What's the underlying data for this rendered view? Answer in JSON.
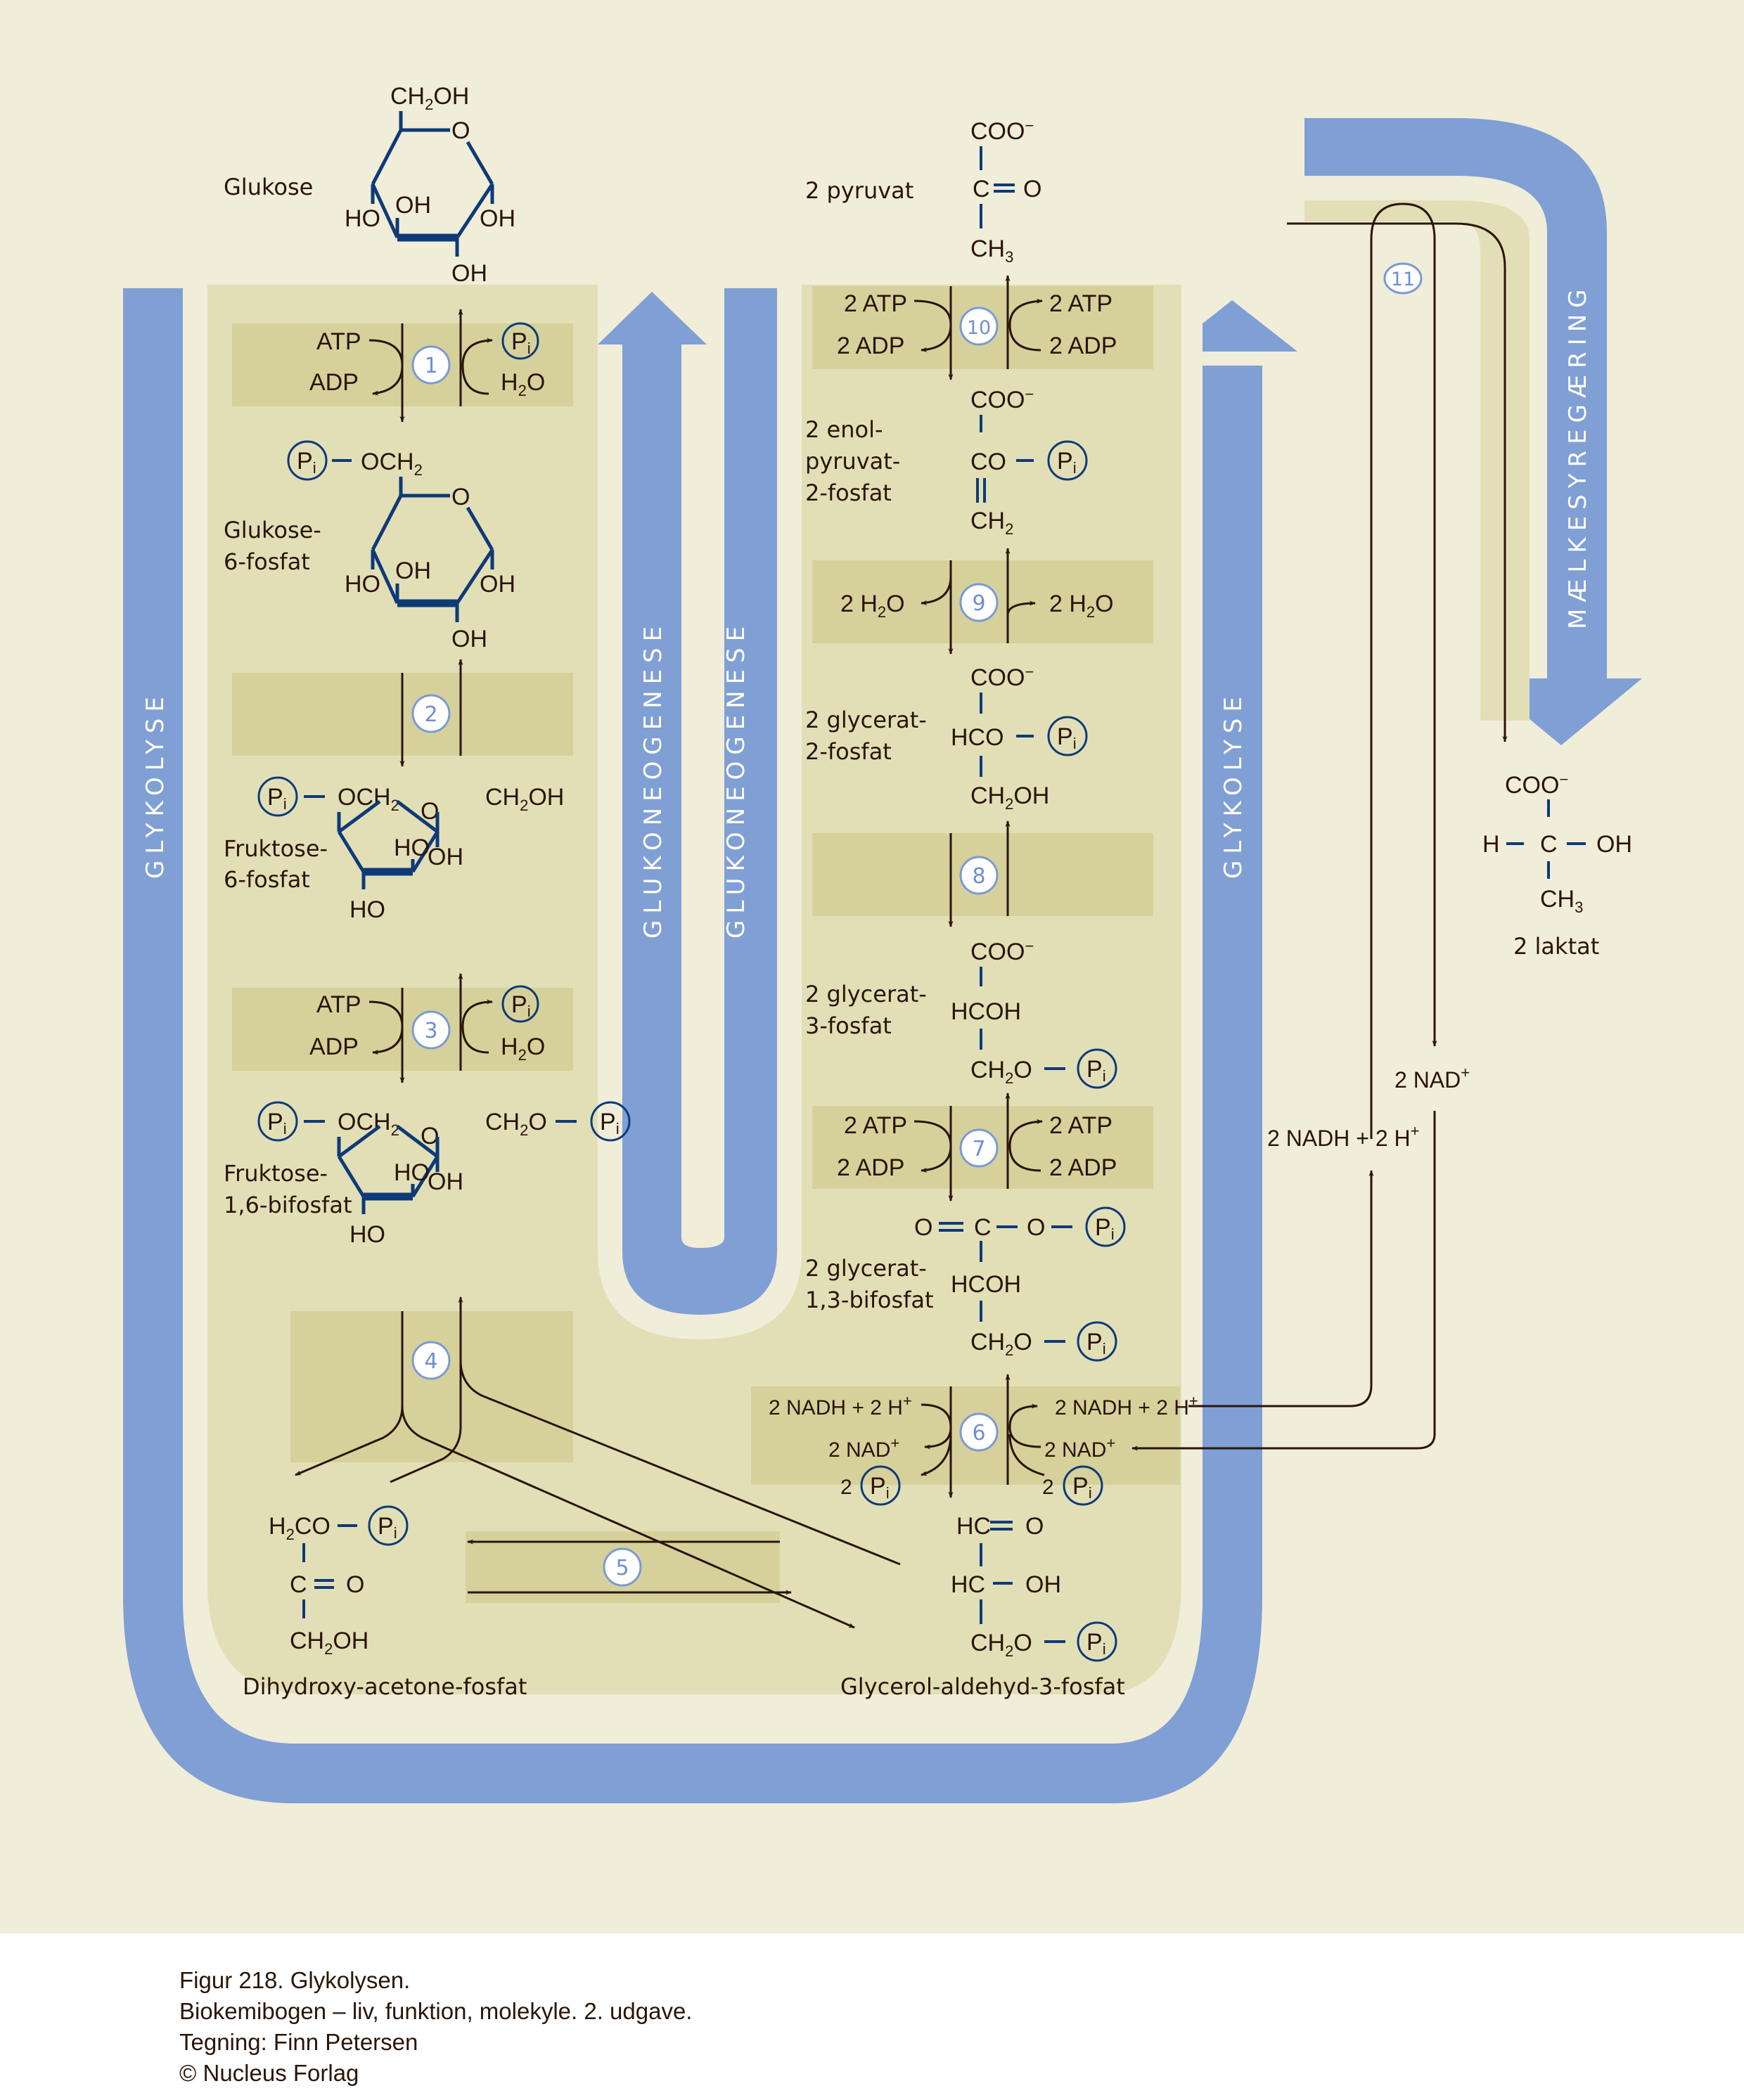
{
  "figure": {
    "pathways": {
      "glykolyse_left": "GLYKOLYSE",
      "glykolyse_right": "GLYKOLYSE",
      "glukoneogenese_left": "GLUKONEOGENESE",
      "glukoneogenese_right": "GLUKONEOGENESE",
      "maelkesyregaering": "MÆLKESYREGÆRING"
    },
    "molecules": {
      "glukose": {
        "name": "Glukose",
        "groups": [
          "CH2OH",
          "O",
          "HO",
          "OH",
          "OH",
          "OH"
        ]
      },
      "glukose_6_fosfat": {
        "name_line1": "Glukose-",
        "name_line2": "6-fosfat",
        "groups": [
          "Pi",
          "OCH2",
          "O",
          "HO",
          "OH",
          "OH",
          "OH"
        ]
      },
      "fruktose_6_fosfat": {
        "name_line1": "Fruktose-",
        "name_line2": "6-fosfat",
        "groups": [
          "Pi",
          "OCH2",
          "O",
          "CH2OH",
          "HO",
          "OH",
          "HO"
        ]
      },
      "fruktose_1_6_bifosfat": {
        "name_line1": "Fruktose-",
        "name_line2": "1,6-bifosfat",
        "groups": [
          "Pi",
          "OCH2",
          "O",
          "CH2O",
          "Pi",
          "HO",
          "OH",
          "HO"
        ]
      },
      "dihydroxyacetonefosfat": {
        "name": "Dihydroxy-acetone-fosfat",
        "groups": [
          "H2CO",
          "Pi",
          "C",
          "O",
          "CH2OH"
        ]
      },
      "glycerolaldehyd_3_fosfat": {
        "name": "Glycerol-aldehyd-3-fosfat",
        "groups": [
          "HC",
          "O",
          "HC",
          "OH",
          "CH2O",
          "Pi"
        ]
      },
      "glycerat_1_3_bifosfat": {
        "name_line1": "2 glycerat-",
        "name_line2": "1,3-bifosfat",
        "groups": [
          "O",
          "C",
          "O",
          "Pi",
          "HCOH",
          "CH2O",
          "Pi"
        ]
      },
      "glycerat_3_fosfat": {
        "name_line1": "2 glycerat-",
        "name_line2": "3-fosfat",
        "groups": [
          "COO−",
          "HCOH",
          "CH2O",
          "Pi"
        ]
      },
      "glycerat_2_fosfat": {
        "name_line1": "2 glycerat-",
        "name_line2": "2-fosfat",
        "groups": [
          "COO−",
          "HCO",
          "Pi",
          "CH2OH"
        ]
      },
      "enolpyruvat_2_fosfat": {
        "name_line1": "2 enol-",
        "name_line2": "pyruvat-",
        "name_line3": "2-fosfat",
        "groups": [
          "COO−",
          "CO",
          "Pi",
          "CH2"
        ]
      },
      "pyruvat": {
        "name": "2 pyruvat",
        "groups": [
          "COO−",
          "C",
          "O",
          "CH3"
        ]
      },
      "laktat": {
        "name": "2 laktat",
        "groups": [
          "COO−",
          "H",
          "C",
          "OH",
          "CH3"
        ]
      }
    },
    "steps": [
      {
        "num": "1",
        "left_in": "ATP",
        "left_out": "ADP",
        "right_out": "Pi",
        "right_in": "H2O"
      },
      {
        "num": "2"
      },
      {
        "num": "3",
        "left_in": "ATP",
        "left_out": "ADP",
        "right_out": "Pi",
        "right_in": "H2O"
      },
      {
        "num": "4"
      },
      {
        "num": "5"
      },
      {
        "num": "6",
        "left_in": "2 NADH + 2 H+",
        "left_out1": "2 NAD+",
        "left_out2": "2 Pi",
        "right_out": "2 NADH + 2 H+",
        "right_in1": "2 NAD+",
        "right_in2": "2 Pi"
      },
      {
        "num": "7",
        "left_in": "2 ATP",
        "left_out": "2 ADP",
        "right_out": "2 ATP",
        "right_in": "2 ADP"
      },
      {
        "num": "8"
      },
      {
        "num": "9",
        "left_out": "2 H2O",
        "right_out": "2 H2O"
      },
      {
        "num": "10",
        "left_in": "2 ATP",
        "left_out": "2 ADP",
        "right_out": "2 ATP",
        "right_in": "2 ADP"
      },
      {
        "num": "11"
      }
    ],
    "cofactors": {
      "nad_label": "2 NAD",
      "nad_sup": "+",
      "nadh_label": "2 NADH + 2 H",
      "nadh_sup": "+"
    }
  },
  "caption": {
    "line1": "Figur 218. Glykolysen.",
    "line2": "Biokemibogen – liv, funktion, molekyle. 2. udgave.",
    "line3": "Tegning: Finn Petersen",
    "line4": "© Nucleus Forlag"
  },
  "colors": {
    "background": "#f0edd8",
    "panel": "#e2dfb7",
    "step_band": "#d6d19b",
    "pathway_blue": "#809fd4",
    "bond_blue": "#0e3a78",
    "text": "#2a1508"
  }
}
